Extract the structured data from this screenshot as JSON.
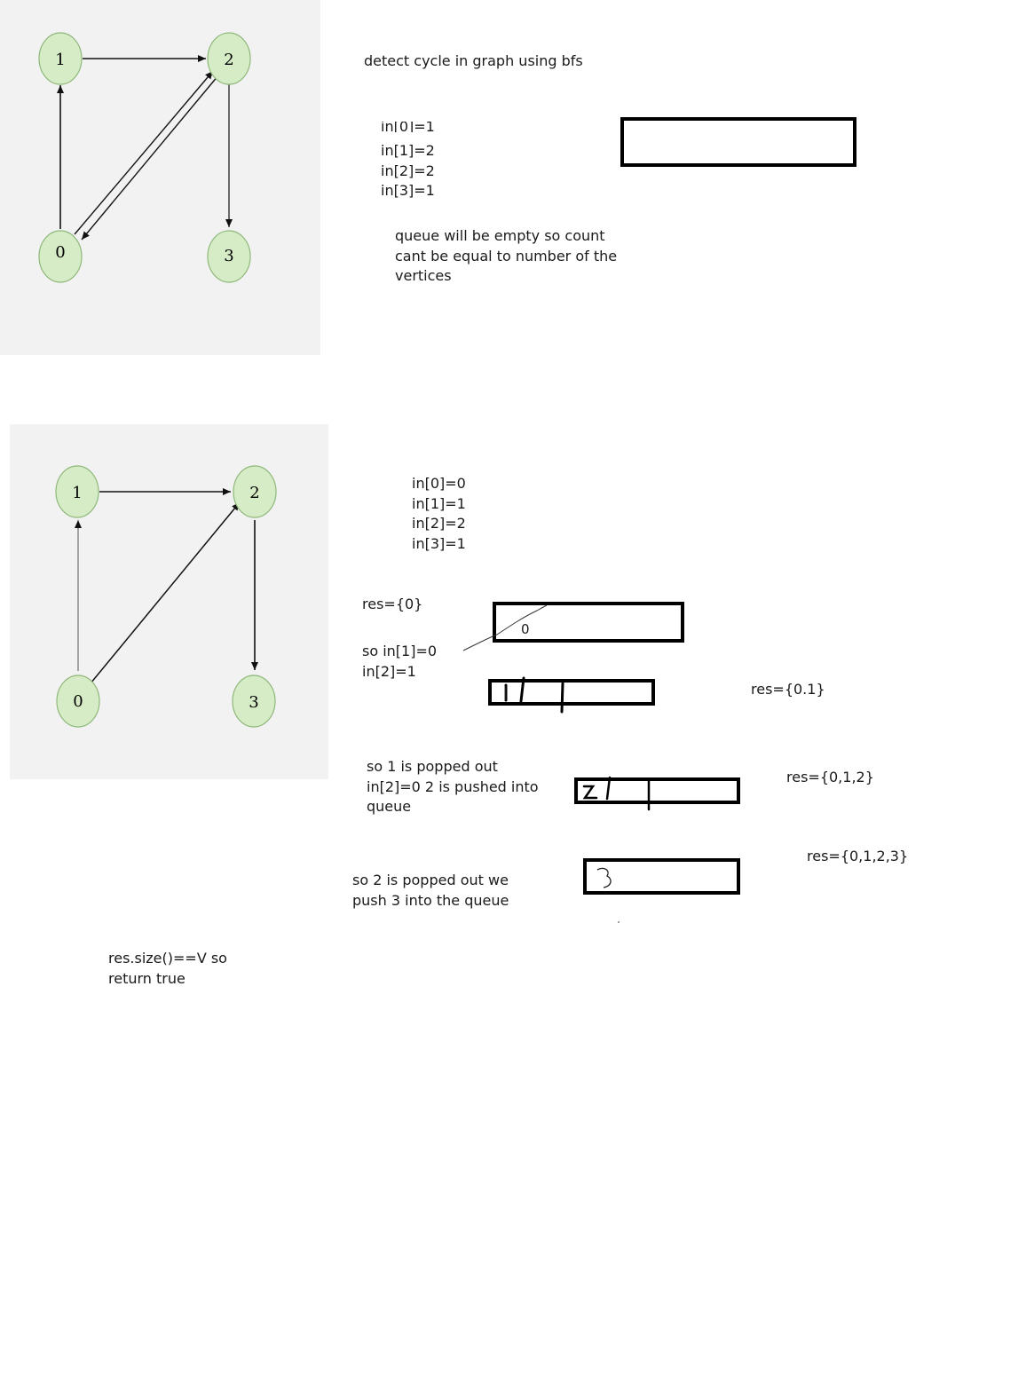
{
  "title": "detect cycle in graph using bfs",
  "graph1": {
    "nodes": [
      {
        "id": "n1",
        "label": "1"
      },
      {
        "id": "n2",
        "label": "2"
      },
      {
        "id": "n0",
        "label": "0"
      },
      {
        "id": "n3",
        "label": "3"
      }
    ],
    "edges": [
      [
        "1",
        "2"
      ],
      [
        "0",
        "1"
      ],
      [
        "0",
        "2"
      ],
      [
        "2",
        "0"
      ],
      [
        "2",
        "3"
      ]
    ]
  },
  "graph2": {
    "nodes": [
      {
        "id": "n1",
        "label": "1"
      },
      {
        "id": "n2",
        "label": "2"
      },
      {
        "id": "n0",
        "label": "0"
      },
      {
        "id": "n3",
        "label": "3"
      }
    ],
    "edges": [
      [
        "1",
        "2"
      ],
      [
        "0",
        "1"
      ],
      [
        "0",
        "2"
      ],
      [
        "2",
        "3"
      ]
    ]
  },
  "indegree1": [
    "in[0]=1",
    "in[1]=2",
    "in[2]=2",
    "in[3]=1"
  ],
  "note1": [
    "queue will be empty so count",
    "cant be equal to  number of the",
    "vertices"
  ],
  "indegree2": [
    "in[0]=0",
    "in[1]=1",
    "in[2]=2",
    "in[3]=1"
  ],
  "res_0": "res={0}",
  "step1": [
    "so in[1]=0",
    "in[2]=1"
  ],
  "queue_0": "0",
  "res_01": "res={0.1}",
  "step2": [
    "so 1 is popped out",
    "in[2]=0 2 is pushed into",
    "queue"
  ],
  "res_012": "res={0,1,2}",
  "res_0123": "res={0,1,2,3}",
  "step3": [
    "so 2 is popped out we",
    "push 3 into the queue"
  ],
  "conclusion": [
    "res.size()==V so",
    "return true"
  ],
  "colors": {
    "node_fill": "#d6ecc7",
    "node_stroke": "#8fb87a",
    "panel": "#f2f2f2"
  }
}
